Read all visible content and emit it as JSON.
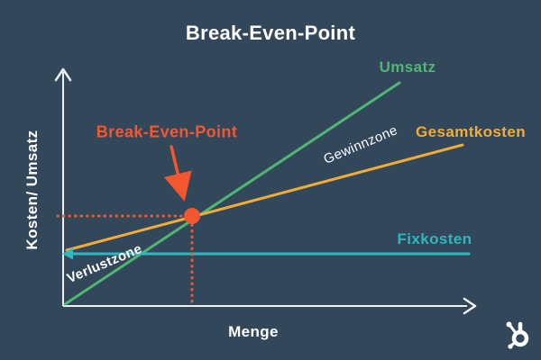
{
  "title": "Break-Even-Point",
  "colors": {
    "background": "#33475b",
    "axis": "#eef2f6",
    "text": "#ffffff",
    "revenue": "#4fb673",
    "total_costs": "#f2ac38",
    "fixed_costs": "#2cb8bf",
    "break_even": "#f4572f"
  },
  "labels": {
    "y_axis": "Kosten/ Umsatz",
    "x_axis": "Menge",
    "revenue": "Umsatz",
    "total_costs": "Gesamtkosten",
    "fixed_costs": "Fixkosten",
    "break_even": "Break-Even-Point",
    "profit_zone": "Gewinnzone",
    "loss_zone": "Verlustzone"
  },
  "branding": {
    "logo": "hubspot-sprocket-logo"
  },
  "chart_data": {
    "type": "line",
    "title": "Break-Even-Point",
    "xlabel": "Menge",
    "ylabel": "Kosten/ Umsatz",
    "axes_numeric": false,
    "units": "relative 0-10 scale (no numeric ticks shown)",
    "grid": false,
    "legend_position": "inline-labels",
    "series": [
      {
        "name": "Umsatz",
        "color": "#4fb673",
        "points": [
          [
            0,
            0.0
          ],
          [
            8.1,
            9.5
          ]
        ]
      },
      {
        "name": "Gesamtkosten",
        "color": "#f2ac38",
        "points": [
          [
            0,
            2.3
          ],
          [
            9.7,
            6.8
          ]
        ]
      },
      {
        "name": "Fixkosten",
        "color": "#2cb8bf",
        "points": [
          [
            0,
            2.2
          ],
          [
            9.8,
            2.2
          ]
        ]
      }
    ],
    "break_even_point": {
      "x": 3.1,
      "y": 3.75
    },
    "annotations": [
      "Break-Even-Point",
      "Gewinnzone",
      "Verlustzone"
    ]
  }
}
